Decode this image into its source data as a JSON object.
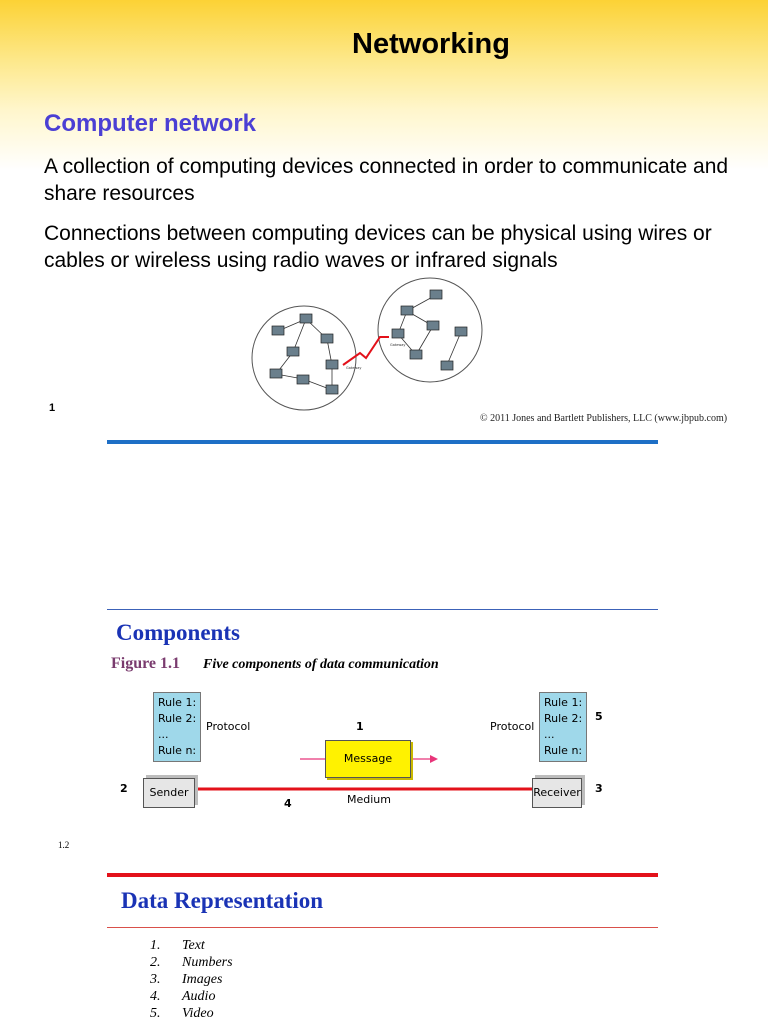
{
  "slide1": {
    "title": "Networking",
    "heading": "Computer network",
    "paragraphs": [
      "A collection of computing devices connected in order to communicate and share resources",
      "Connections between computing devices can be physical using wires or cables or wireless using radio waves or infrared signals"
    ],
    "gateway_label": "Gateway",
    "page_number": "1",
    "copyright": "© 2011 Jones and Bartlett Publishers, LLC (www.jbpub.com)"
  },
  "slide2": {
    "title": "Components",
    "figure_label": "Figure 1.1",
    "figure_caption": "Five components of data communication",
    "left_rules": [
      "Rule 1:",
      "Rule 2:",
      "...",
      "Rule n:"
    ],
    "right_rules": [
      "Rule 1:",
      "Rule 2:",
      "...",
      "Rule n:"
    ],
    "protocol_label_left": "Protocol",
    "protocol_label_right": "Protocol",
    "message_label": "Message",
    "sender_label": "Sender",
    "receiver_label": "Receiver",
    "medium_label": "Medium",
    "numbers": {
      "message": "1",
      "sender": "2",
      "receiver": "3",
      "medium": "4",
      "protocol": "5"
    },
    "page_number": "1.2",
    "colors": {
      "medium_line": "#e3111a",
      "message_fill": "#fff200",
      "rule_fill": "#9fd8ea",
      "arrow": "#e8357a"
    }
  },
  "slide3": {
    "title": "Data Representation",
    "items": [
      {
        "num": "1.",
        "label": "Text"
      },
      {
        "num": "2.",
        "label": "Numbers"
      },
      {
        "num": "3.",
        "label": "Images"
      },
      {
        "num": "4.",
        "label": "Audio"
      },
      {
        "num": "5.",
        "label": "Video"
      }
    ]
  }
}
